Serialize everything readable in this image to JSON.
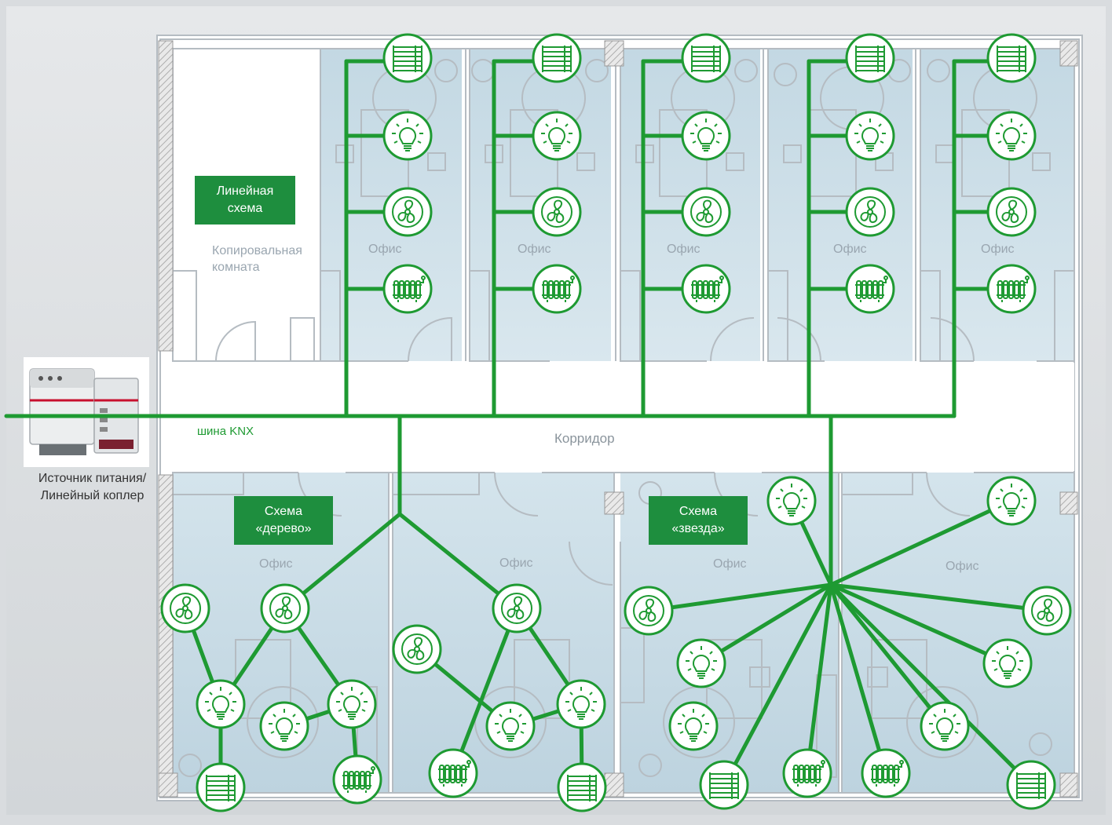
{
  "labels": {
    "linear_scheme": "Линейная схема",
    "tree_scheme": "Схема «дерево»",
    "star_scheme": "Схема «звезда»",
    "copy_room": "Копировальная комната",
    "office": "Офис",
    "corridor": "Корридор",
    "bus": "шина KNX",
    "power_supply": "Источник питания/ Линейный коплер"
  },
  "colors": {
    "bus_line": "#1e9a32",
    "label_box": "#1e8e3e",
    "room_fill": "#c9dde6",
    "wall": "#b5bcc2"
  },
  "icons": [
    "blinds-icon",
    "lamp-icon",
    "fan-icon",
    "radiator-icon"
  ]
}
